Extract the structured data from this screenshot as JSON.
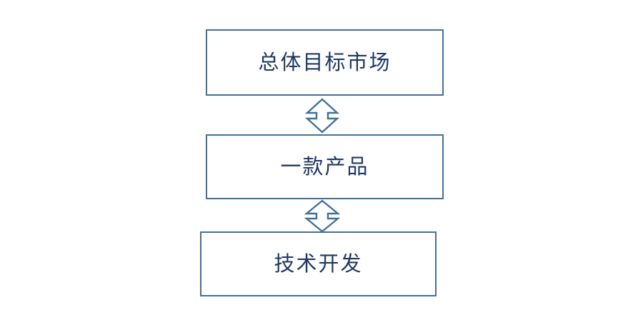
{
  "diagram": {
    "title": "",
    "background_color": "#ffffff",
    "border_color": "#41719C",
    "text_color": "#1F3864",
    "orientation": "vertical",
    "nodes": [
      {
        "id": "total-market",
        "label": "总体目标市场",
        "order": 1
      },
      {
        "id": "one-product",
        "label": "一款产品",
        "order": 2
      },
      {
        "id": "tech-dev",
        "label": "技术开发",
        "order": 3
      }
    ],
    "connectors": [
      {
        "id": "connector-top",
        "icon": "double-arrow-up-down-icon",
        "from": "total-market",
        "to": "one-product",
        "direction": "bidirectional"
      },
      {
        "id": "connector-bottom",
        "icon": "double-arrow-up-down-icon",
        "from": "one-product",
        "to": "tech-dev",
        "direction": "bidirectional"
      }
    ]
  }
}
